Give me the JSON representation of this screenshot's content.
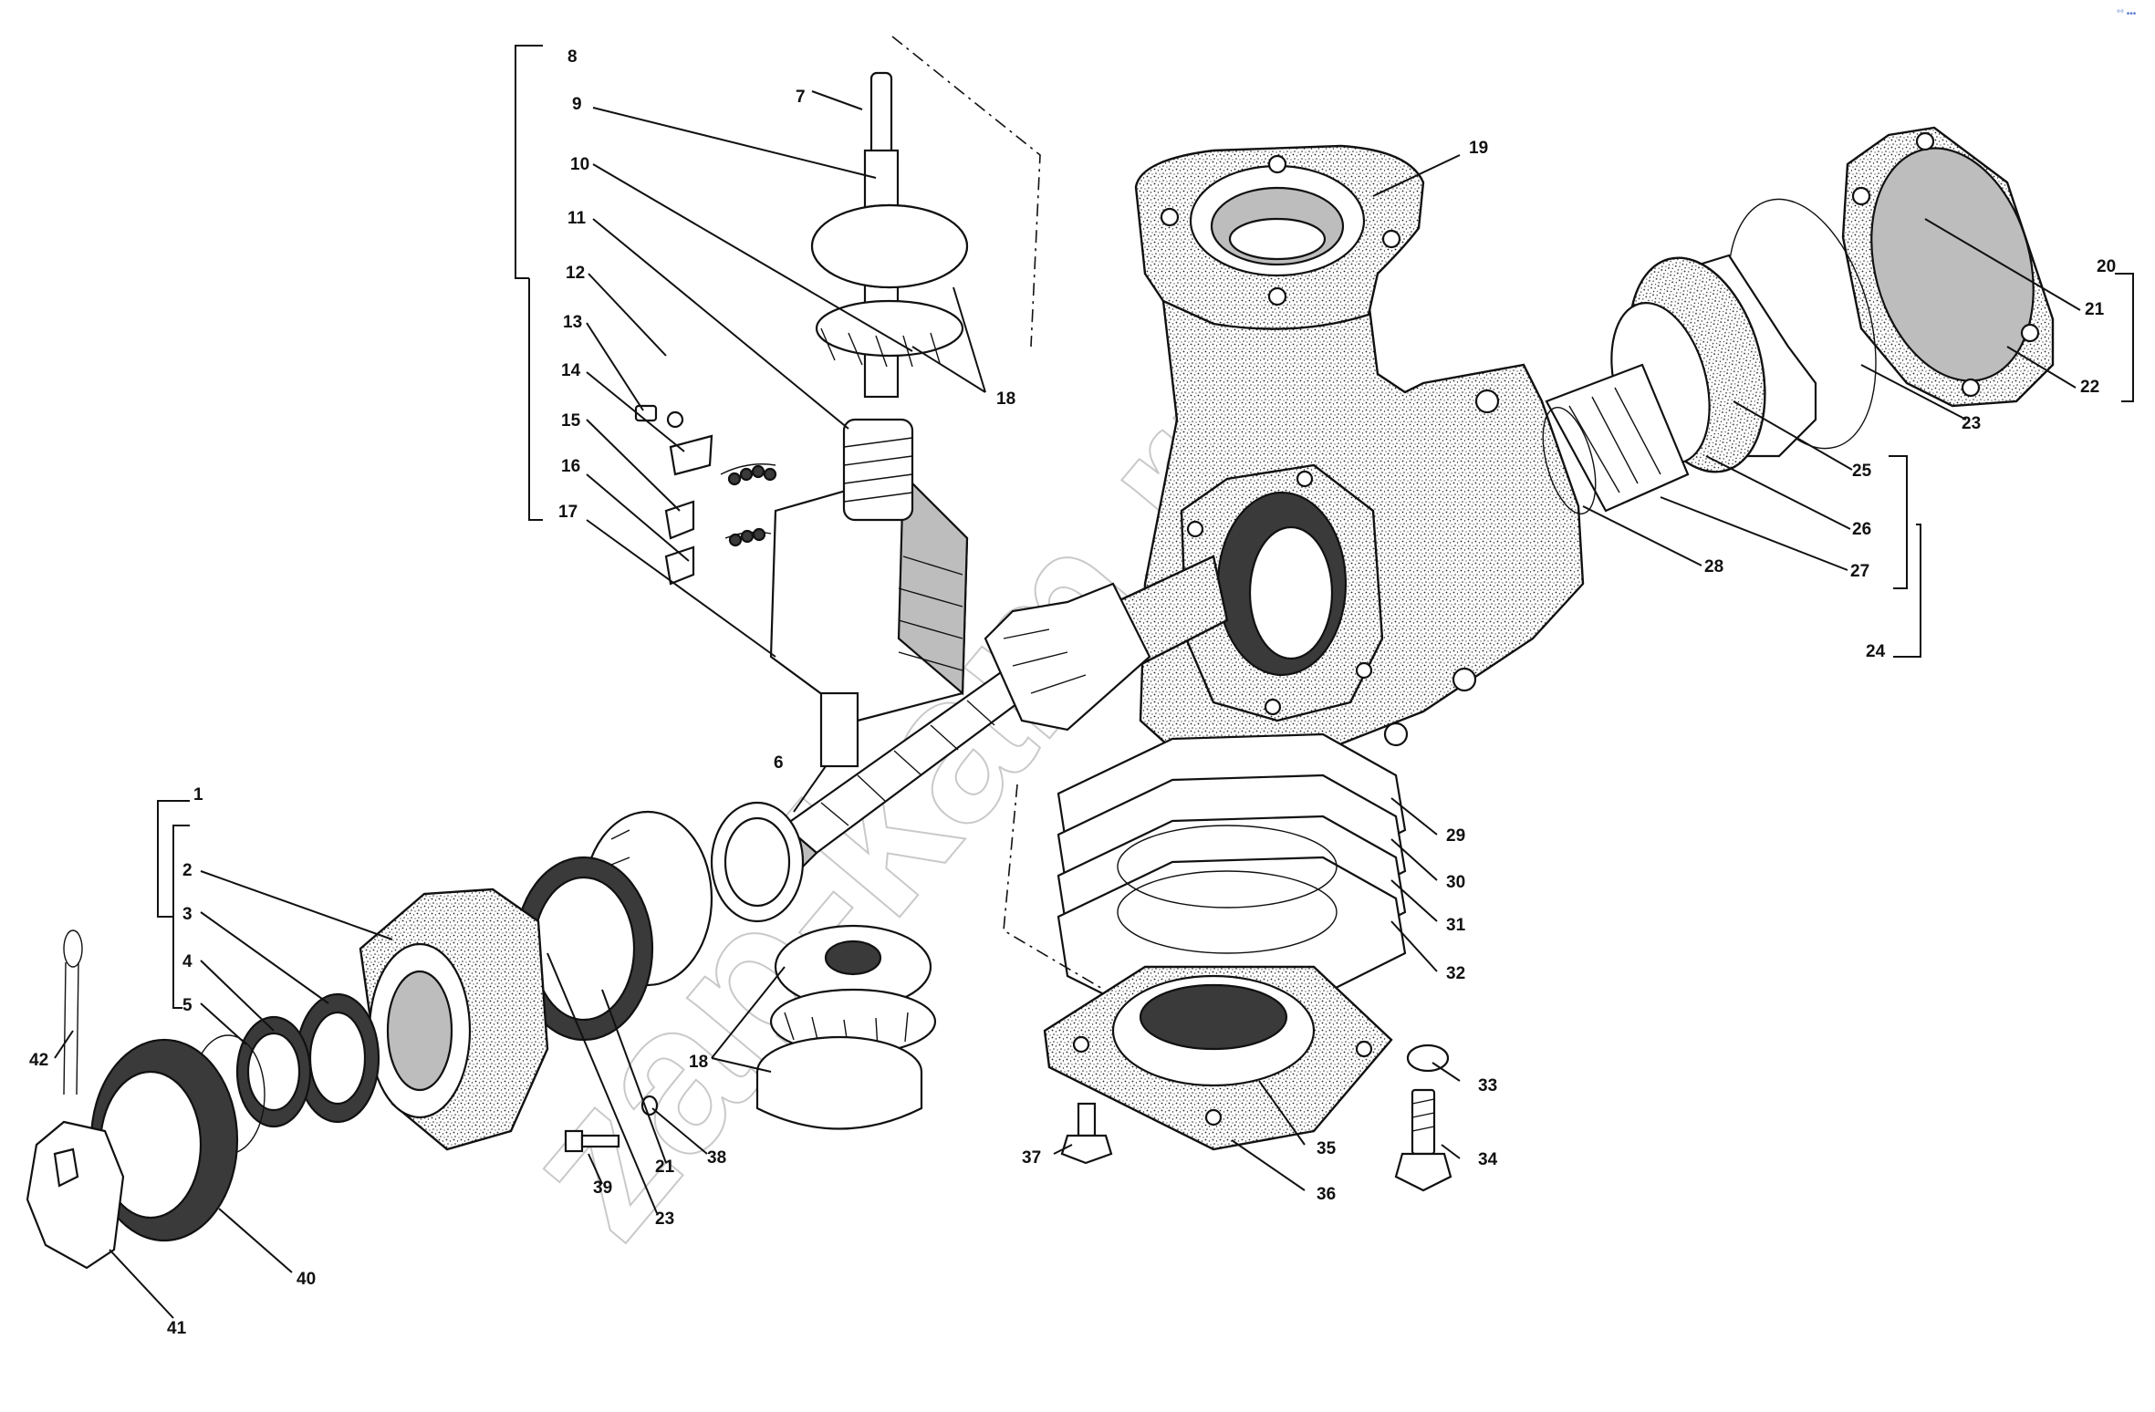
{
  "watermark": "zap-kam.ru",
  "corner_mark": "°° •••",
  "callouts": [
    {
      "label": "1"
    },
    {
      "label": "2"
    },
    {
      "label": "3"
    },
    {
      "label": "4"
    },
    {
      "label": "5"
    },
    {
      "label": "6"
    },
    {
      "label": "7"
    },
    {
      "label": "8"
    },
    {
      "label": "9"
    },
    {
      "label": "10"
    },
    {
      "label": "11"
    },
    {
      "label": "12"
    },
    {
      "label": "13"
    },
    {
      "label": "14"
    },
    {
      "label": "15"
    },
    {
      "label": "16"
    },
    {
      "label": "17"
    },
    {
      "label": "18"
    },
    {
      "label": "19"
    },
    {
      "label": "20"
    },
    {
      "label": "21"
    },
    {
      "label": "22"
    },
    {
      "label": "23"
    },
    {
      "label": "24"
    },
    {
      "label": "25"
    },
    {
      "label": "26"
    },
    {
      "label": "27"
    },
    {
      "label": "28"
    },
    {
      "label": "29"
    },
    {
      "label": "30"
    },
    {
      "label": "31"
    },
    {
      "label": "32"
    },
    {
      "label": "33"
    },
    {
      "label": "34"
    },
    {
      "label": "35"
    },
    {
      "label": "36"
    },
    {
      "label": "37"
    },
    {
      "label": "38"
    },
    {
      "label": "39"
    },
    {
      "label": "40"
    },
    {
      "label": "41"
    },
    {
      "label": "42"
    },
    {
      "label": "18"
    },
    {
      "label": "21"
    },
    {
      "label": "23"
    }
  ]
}
